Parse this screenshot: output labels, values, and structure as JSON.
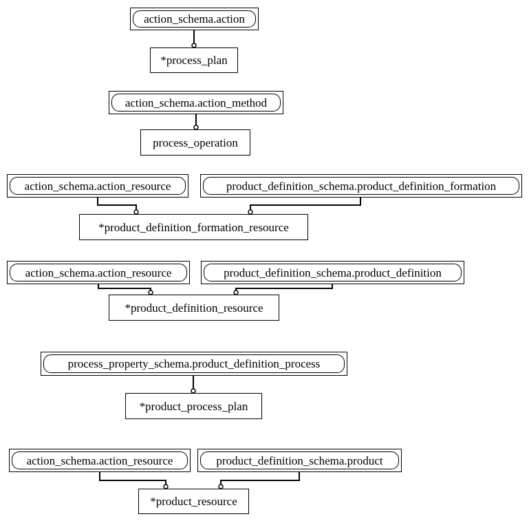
{
  "groups": [
    {
      "refs": [
        "action_schema.action"
      ],
      "entity": "*process_plan"
    },
    {
      "refs": [
        "action_schema.action_method"
      ],
      "entity": "process_operation"
    },
    {
      "refs": [
        "action_schema.action_resource",
        "product_definition_schema.product_definition_formation"
      ],
      "entity": "*product_definition_formation_resource"
    },
    {
      "refs": [
        "action_schema.action_resource",
        "product_definition_schema.product_definition"
      ],
      "entity": "*product_definition_resource"
    },
    {
      "refs": [
        "process_property_schema.product_definition_process"
      ],
      "entity": "*product_process_plan"
    },
    {
      "refs": [
        "action_schema.action_resource",
        "product_definition_schema.product"
      ],
      "entity": "*product_resource"
    }
  ]
}
